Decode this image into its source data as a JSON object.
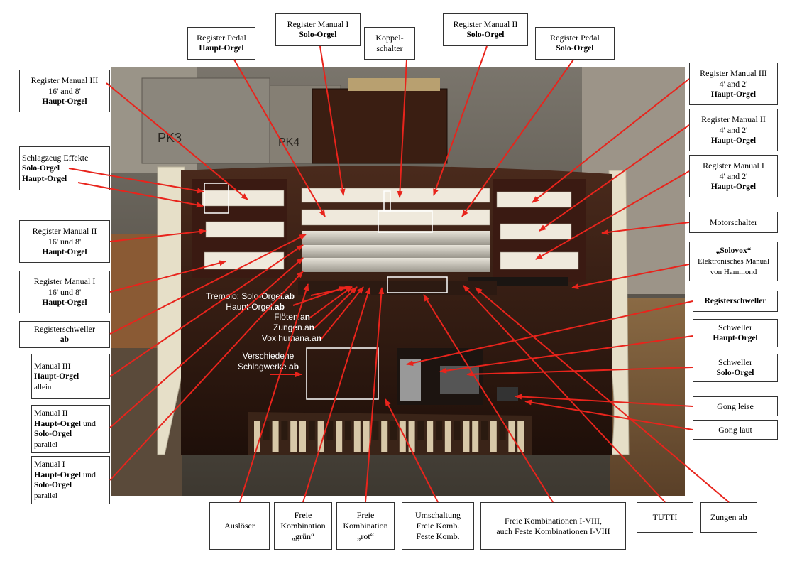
{
  "labels": {
    "reg_pedal_haupt": {
      "l1": "Register Pedal",
      "l2": "Haupt-Orgel"
    },
    "reg_m1_solo": {
      "l1": "Register Manual I",
      "l2": "Solo-Orgel"
    },
    "koppel": {
      "l1": "Koppel-",
      "l2": "schalter"
    },
    "reg_m2_solo": {
      "l1": "Register Manual II",
      "l2": "Solo-Orgel"
    },
    "reg_pedal_solo": {
      "l1": "Register Pedal",
      "l2": "Solo-Orgel"
    },
    "reg_m3_16": {
      "l1": "Register Manual III",
      "l2": "16' and 8'",
      "l3": "Haupt-Orgel"
    },
    "schlagzeug": {
      "l1": "Schlagzeug Effekte",
      "l2": "Solo-Orgel",
      "l3": "Haupt-Orgel"
    },
    "reg_m2_16": {
      "l1": "Register Manual II",
      "l2": "16' und 8'",
      "l3": "Haupt-Orgel"
    },
    "reg_m1_16": {
      "l1": "Register Manual I",
      "l2": "16' und 8'",
      "l3": "Haupt-Orgel"
    },
    "regschweller_ab": {
      "l1": "Registerschweller",
      "l2": "ab"
    },
    "manual3": {
      "l1": "Manual III",
      "l2": "Haupt-Orgel",
      "l3": "allein"
    },
    "manual2": {
      "l1": "Manual II",
      "l2a": "Haupt-Orgel",
      "l2b": " und",
      "l3": "Solo-Orgel",
      "l4": "parallel"
    },
    "manual1": {
      "l1": "Manual I",
      "l2a": "Haupt-Orgel",
      "l2b": " und",
      "l3": "Solo-Orgel",
      "l4": "parallel"
    },
    "reg_m3_4": {
      "l1": "Register Manual III",
      "l2": "4' and 2'",
      "l3": "Haupt-Orgel"
    },
    "reg_m2_4": {
      "l1": "Register Manual II",
      "l2": "4' and 2'",
      "l3": "Haupt-Orgel"
    },
    "reg_m1_4": {
      "l1": "Register Manual I",
      "l2": "4' and 2'",
      "l3": "Haupt-Orgel"
    },
    "motor": {
      "l1": "Motorschalter"
    },
    "solovox": {
      "l1": "„Solovox“",
      "l2": "Elektronisches Manual",
      "l3": "von Hammond"
    },
    "registerschweller": {
      "l1": "Registerschweller"
    },
    "schweller_haupt": {
      "l1": "Schweller",
      "l2": "Haupt-Orgel"
    },
    "schweller_solo": {
      "l1": "Schweller",
      "l2": "Solo-Orgel"
    },
    "gong_leise": {
      "l1": "Gong leise"
    },
    "gong_laut": {
      "l1": "Gong laut"
    },
    "ausloeser": {
      "l1": "Auslöser"
    },
    "freie_gruen": {
      "l1": "Freie",
      "l2": "Kombination",
      "l3": "„grün“"
    },
    "freie_rot": {
      "l1": "Freie",
      "l2": "Kombination",
      "l3": "„rot“"
    },
    "umschaltung": {
      "l1": "Umschaltung",
      "l2": "Freie Komb.",
      "l3": "Feste Komb."
    },
    "freie_kombinationen": {
      "l1": "Freie Kombinationen I-VIII,",
      "l2": "auch Feste Kombinationen I-VIII"
    },
    "tutti": {
      "l1": "TUTTI"
    },
    "zungen_ab": {
      "l1": "Zungen ",
      "l2": "ab"
    }
  },
  "inphoto": {
    "tremolo": {
      "t": "Tremolo: Solo-Orgel.",
      "b": "ab"
    },
    "haupt": {
      "t": "Haupt-Orgel.",
      "b": "ab"
    },
    "floeten": {
      "t": "Flöten.a",
      "b": "n"
    },
    "zungen": {
      "t": "Zungen.a",
      "b": "n"
    },
    "vox": {
      "t": "Vox humana.a",
      "b": "n"
    },
    "versch1": {
      "t": "Verschiedene"
    },
    "versch2": {
      "t": "Schlagwerke ",
      "b": "ab"
    }
  },
  "colors": {
    "arrow": "#e8241c",
    "highlight": "#ffffff"
  }
}
